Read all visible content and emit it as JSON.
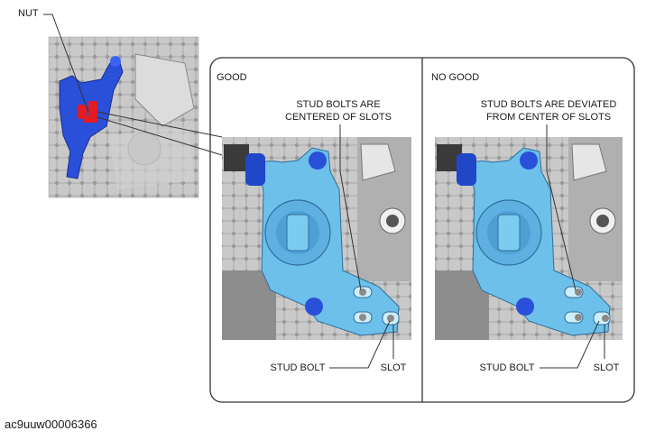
{
  "callout_nut": "NUT",
  "panels": {
    "good": {
      "heading": "GOOD",
      "note_line1": "STUD BOLTS ARE",
      "note_line2": "CENTERED OF SLOTS",
      "stud_label": "STUD BOLT",
      "slot_label": "SLOT"
    },
    "no_good": {
      "heading": "NO GOOD",
      "note_line1": "STUD BOLTS ARE DEVIATED",
      "note_line2": "FROM CENTER OF SLOTS",
      "stud_label": "STUD BOLT",
      "slot_label": "SLOT"
    }
  },
  "figure_id": "ac9uuw00006366",
  "colors": {
    "bracket_blue": "#2a4fd8",
    "bracket_light": "#6cc0ea",
    "nut_red": "#e31b23",
    "engine_gray": "#bdbdbd",
    "outline": "#333333"
  }
}
